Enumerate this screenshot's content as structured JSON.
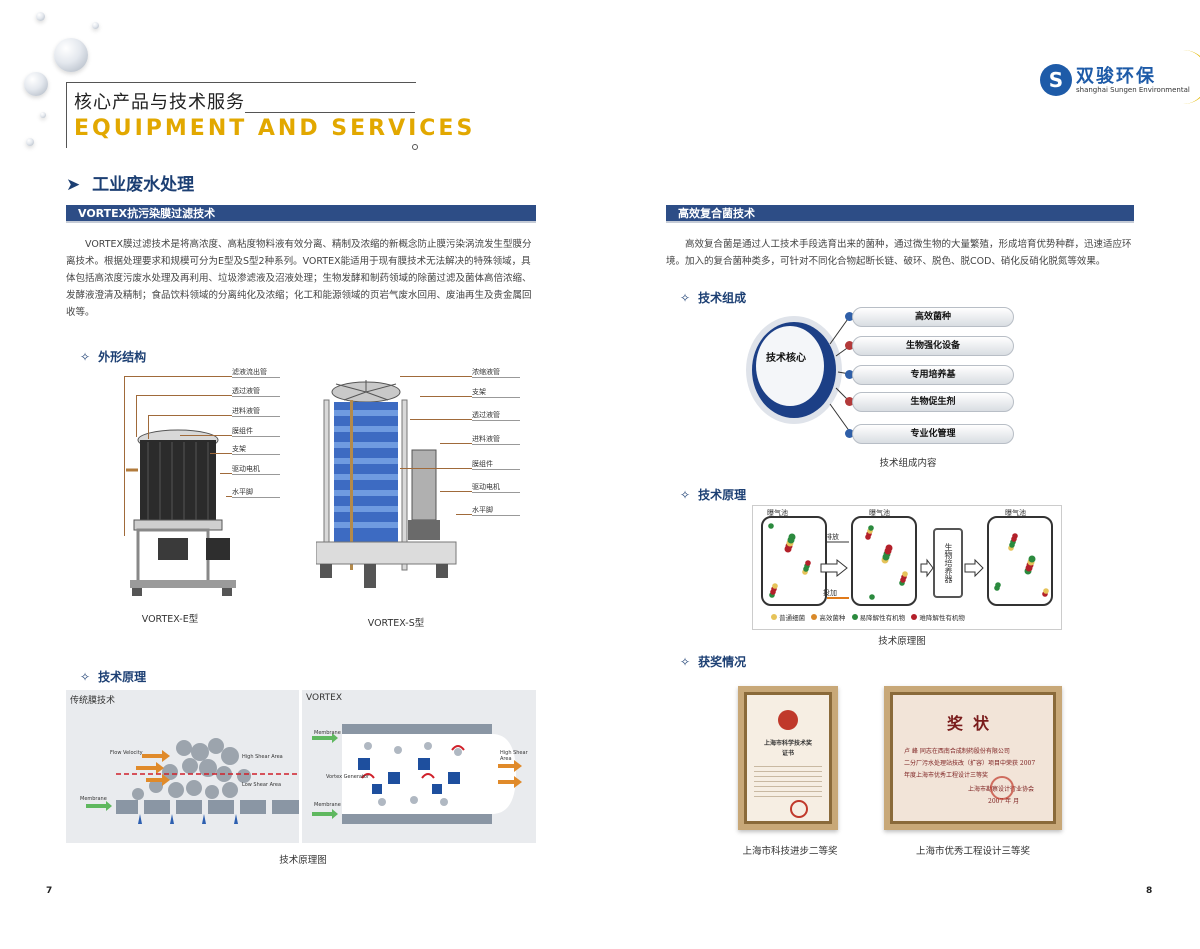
{
  "header": {
    "title_cn": "核心产品与技术服务",
    "title_en": "EQUIPMENT AND SERVICES"
  },
  "logo": {
    "mark": "S",
    "name_cn": "双骏环保",
    "name_en": "shanghai Sungen Environmental"
  },
  "left": {
    "section_title": "工业废水处理",
    "bar_title": "VORTEX抗污染膜过滤技术",
    "intro": "VORTEX膜过滤技术是将高浓度、高粘度物料液有效分离、精制及浓缩的新概念防止膜污染涡流发生型膜分离技术。根据处理要求和规模可分为E型及S型2种系列。VORTEX能适用于现有膜技术无法解决的特殊领域，具体包括高浓度污废水处理及再利用、垃圾渗滤液及沼液处理；生物发酵和制药领域的除菌过滤及菌体高倍浓缩、发酵液澄清及精制；食品饮料领域的分离纯化及浓缩；化工和能源领域的页岩气废水回用、废油再生及贵金属回收等。",
    "shape_heading": "外形结构",
    "e_labels": [
      "滤液流出管",
      "透过液管",
      "进料液管",
      "膜组件",
      "支架",
      "驱动电机",
      "水平脚"
    ],
    "s_labels": [
      "浓缩液管",
      "支架",
      "透过液管",
      "进料液管",
      "膜组件",
      "驱动电机",
      "水平脚"
    ],
    "e_caption": "VORTEX-E型",
    "s_caption": "VORTEX-S型",
    "principle_heading": "技术原理",
    "panel_traditional": "传统膜技术",
    "panel_vortex": "VORTEX",
    "trad_labels": [
      "Flow Velocity",
      "High Shear Area",
      "Low Shear Area",
      "Membrane"
    ],
    "vortex_labels": [
      "Membrane",
      "Vortex Generator",
      "Membrane",
      "High Shear Area"
    ],
    "principle_caption": "技术原理图",
    "page_number": "7"
  },
  "right": {
    "bar_title": "高效复合菌技术",
    "intro": "高效复合菌是通过人工技术手段选育出来的菌种，通过微生物的大量繁殖，形成培育优势种群，迅速适应环境。加入的复合菌种类多，可针对不同化合物起断长链、破环、脱色、脱COD、硝化反硝化脱氮等效果。",
    "composition_heading": "技术组成",
    "core_label": "技术核心",
    "components": [
      "高效菌种",
      "生物强化设备",
      "专用培养基",
      "生物促生剂",
      "专业化管理"
    ],
    "component_colors": [
      "#2f5fa8",
      "#b33a3a",
      "#2f5fa8",
      "#b33a3a",
      "#2f5fa8"
    ],
    "composition_caption": "技术组成内容",
    "principle_heading": "技术原理",
    "tank_label": "曝气池",
    "discharge_label": "排放",
    "dosing_label": "投加",
    "culture_label": "生物培养器",
    "legend": [
      "普通细菌",
      "高效菌种",
      "易降解性有机物",
      "难降解性有机物"
    ],
    "principle_caption": "技术原理图",
    "awards_heading": "获奖情况",
    "award1_title": "上海市科学技术奖",
    "award1_sub": "证书",
    "award1_caption": "上海市科技进步二等奖",
    "award2_title": "奖状",
    "award2_lines": [
      "卢 峰 同志在西南合成制药股份有限公司",
      "二分厂污水处理站技改（扩容）项目中荣获 2007",
      "年度上海市优秀工程设计三等奖",
      "上海市勘察设计行业协会",
      "2007 年 月"
    ],
    "award2_caption": "上海市优秀工程设计三等奖",
    "page_number": "8"
  }
}
